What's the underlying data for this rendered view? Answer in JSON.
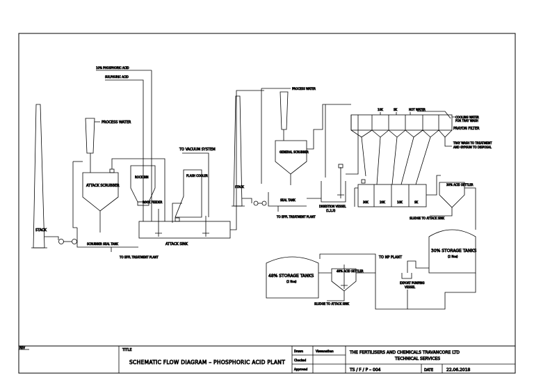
{
  "labels": {
    "h3po4_acid": "10% PHOSPHORIC ACID",
    "sulphuric_acid": "SULPHURIC ACID",
    "process_water_1": "PROCESS WATER",
    "process_water_2": "PROCESS WATER",
    "to_vacuum_system": "TO VACUUM SYSTEM",
    "rock_bin": "ROCK BIN",
    "rock_feeder": "ROCK FEEDER",
    "flash_cooler": "FLASH COOLER",
    "attack_scrubber": "ATTACK SCRUBBER",
    "general_scrubber": "GENERAL SCRUBBER",
    "stack_1": "STACK",
    "stack_2": "STACK",
    "scrubber_seal_tank": "SCRUBBER SEAL TANK",
    "to_effl_treatment_plant_1": "TO EFFL TREATMENT PLANT",
    "attack_sink": "ATTACK SINK",
    "seal_tank": "SEAL TANK",
    "to_effl_treatment_plant_2": "TO EFFL TREATMENT PLANT",
    "digestion_vessel": "DIGESTION VESSEL",
    "digestion_vessel_2": "(1,2,3)",
    "tank_30k": "30K",
    "tank_20k": "20K",
    "tank_10k": "10K",
    "tank_sk": "SK",
    "label_10k": "10K",
    "label_sk": "SK",
    "hot_water": "HOT WATER",
    "cooling_water": "COOLING WATER",
    "for_tray_wash": "FOR TRAY WASH",
    "prayon_filter": "PRAYON FILTER",
    "tray_wash_to_treatment": "TRAY WASH TO TREATMENT",
    "and_gypsum_to_disposal": "AND GYPSUM TO DISPOSAL",
    "acid_settler_30": "30% ACID SETTLER",
    "sludge_to_attack_sink_1": "SLUDGE TO ATTACK SINK",
    "storage_30": "30% STORAGE TANKS",
    "storage_30_count": "(2 Nos)",
    "to_np_plant": "TO NP PLANT",
    "export_pumping_vessel": "EXPORT PUMPING",
    "export_pumping_vessel_2": "VESSEL",
    "storage_48": "48% STORAGE TANKS",
    "storage_48_count": "(2 Nos)",
    "acid_settler_48": "48% ACID SETTLER",
    "sludge_to_attack_sink_2": "SLUDGE TO ATTACK SINK"
  },
  "titleblock": {
    "title_label": "TITLE",
    "title": "SCHEMATIC FLOW DIAGRAM – PHOSPHORIC ACID PLANT",
    "drawn": "Drawn",
    "checked": "Checked",
    "approved": "Approved",
    "author": "Viswanathan",
    "company": "THE FERTILISERS AND CHEMICALS TRAVANCORE LTD",
    "department": "TECHNICAL SERVICES",
    "drawing_no": "TS / F / P – 004",
    "date_label": "DATE",
    "date": "22.06.2018",
    "side_label": "REV"
  }
}
